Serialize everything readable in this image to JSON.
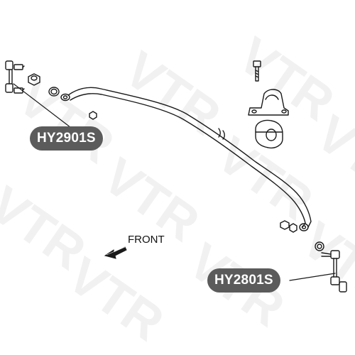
{
  "parts": {
    "left_link_code": "HY2901S",
    "right_link_code": "HY2801S"
  },
  "direction": {
    "label": "FRONT",
    "icon": "front-arrow-icon"
  },
  "watermark": {
    "text": "VTR",
    "color": "#e6e6e6"
  },
  "colors": {
    "callout_bg": "#5b5b5b",
    "callout_text": "#ffffff",
    "line": "#1a1a1a"
  }
}
